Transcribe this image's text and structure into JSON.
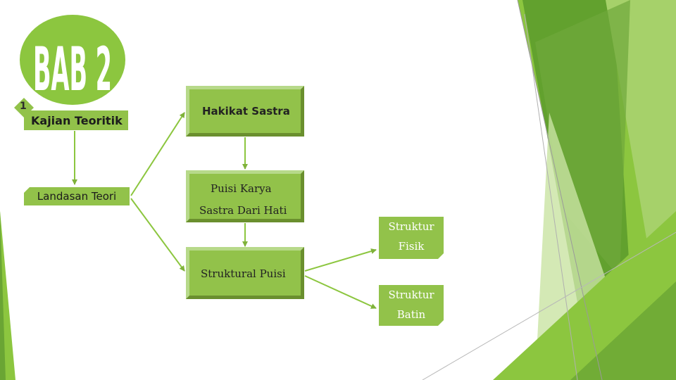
{
  "logo": {
    "text": "BAB 2"
  },
  "badge": {
    "number": "1"
  },
  "left_boxes": {
    "kajian": "Kajian Teoritik",
    "landasan": "Landasan Teori"
  },
  "nodes": {
    "hakikat": "Hakikat Sastra",
    "puisi_line1": "Puisi Karya",
    "puisi_line2": "Sastra Dari Hati",
    "struktural": "Struktural Puisi"
  },
  "right_boxes": {
    "fisik_line1": "Struktur",
    "fisik_line2": "Fisik",
    "batin_line1": "Struktur",
    "batin_line2": "Batin"
  },
  "colors": {
    "accent": "#92c24a",
    "accent_dark": "#6a8f2e",
    "bg_green_1": "#8cc63f",
    "bg_green_2": "#5a9a2c",
    "bg_green_3": "#c9e3a3"
  }
}
